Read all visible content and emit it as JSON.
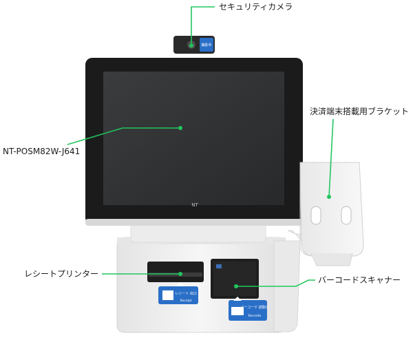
{
  "labels": {
    "camera": "セキュリティカメラ",
    "model": "NT-POSM82W-J641",
    "bracket": "決済端末搭載用ブラケット",
    "printer": "レシートプリンター",
    "scanner": "バーコードスキャナー"
  },
  "device": {
    "brand": "NT",
    "camera_badge": "撮影中",
    "receipt_jp": "レシート\n出口",
    "receipt_en": "Receipt",
    "barcode_jp": "バーコード\n読取口",
    "barcode_en": "Barcode"
  },
  "colors": {
    "callout_line": "#22c55e",
    "callout_dot": "#22c55e",
    "screen": "#2e3032",
    "bezel": "#1b1b1c",
    "body": "#f0f0f0",
    "badge": "#2a6fc7"
  }
}
